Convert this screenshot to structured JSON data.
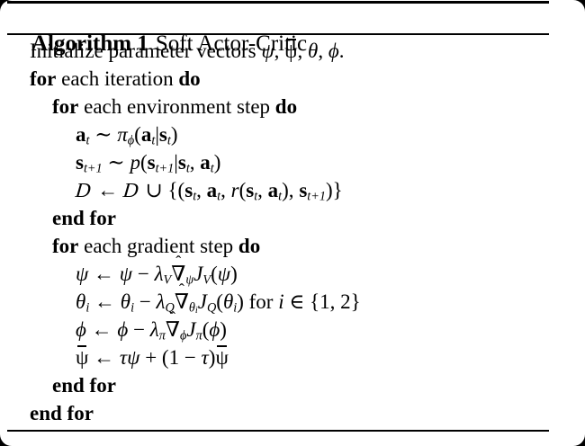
{
  "colors": {
    "background": "#000000",
    "page": "#ffffff",
    "text": "#000000",
    "rule": "#000000"
  },
  "symbols": {
    "hat": "ˆ"
  },
  "header": {
    "label": "Algorithm 1",
    "title": "Soft Actor-Critic"
  },
  "algorithm": {
    "lines": [
      {
        "indent": 1,
        "tokens": [
          {
            "s": "rm",
            "t": "Initialize parameter vectors "
          },
          {
            "s": "it",
            "t": "ψ"
          },
          {
            "s": "rm",
            "t": ", "
          },
          {
            "s": "bar",
            "t": "ψ"
          },
          {
            "s": "rm",
            "t": ", "
          },
          {
            "s": "it",
            "t": "θ"
          },
          {
            "s": "rm",
            "t": ", "
          },
          {
            "s": "it",
            "t": "ϕ"
          },
          {
            "s": "rm",
            "t": "."
          }
        ]
      },
      {
        "indent": 1,
        "tokens": [
          {
            "s": "kw",
            "t": "for"
          },
          {
            "s": "rm",
            "t": " each iteration "
          },
          {
            "s": "kw",
            "t": "do"
          }
        ]
      },
      {
        "indent": 2,
        "tokens": [
          {
            "s": "kw",
            "t": "for"
          },
          {
            "s": "rm",
            "t": " each environment step "
          },
          {
            "s": "kw",
            "t": "do"
          }
        ]
      },
      {
        "indent": 3,
        "tokens": [
          {
            "s": "bf",
            "t": "a"
          },
          {
            "s": "sub",
            "t": "t"
          },
          {
            "s": "rm",
            "t": " ∼ "
          },
          {
            "s": "it",
            "t": "π"
          },
          {
            "s": "sub",
            "t": "ϕ"
          },
          {
            "s": "rm",
            "t": "("
          },
          {
            "s": "bf",
            "t": "a"
          },
          {
            "s": "sub",
            "t": "t"
          },
          {
            "s": "rm",
            "t": "|"
          },
          {
            "s": "bf",
            "t": "s"
          },
          {
            "s": "sub",
            "t": "t"
          },
          {
            "s": "rm",
            "t": ")"
          }
        ]
      },
      {
        "indent": 3,
        "tokens": [
          {
            "s": "bf",
            "t": "s"
          },
          {
            "s": "sub",
            "t": "t+1"
          },
          {
            "s": "rm",
            "t": " ∼ "
          },
          {
            "s": "it",
            "t": "p"
          },
          {
            "s": "rm",
            "t": "("
          },
          {
            "s": "bf",
            "t": "s"
          },
          {
            "s": "sub",
            "t": "t+1"
          },
          {
            "s": "rm",
            "t": "|"
          },
          {
            "s": "bf",
            "t": "s"
          },
          {
            "s": "sub",
            "t": "t"
          },
          {
            "s": "rm",
            "t": ", "
          },
          {
            "s": "bf",
            "t": "a"
          },
          {
            "s": "sub",
            "t": "t"
          },
          {
            "s": "rm",
            "t": ")"
          }
        ]
      },
      {
        "indent": 3,
        "tokens": [
          {
            "s": "cal",
            "t": "D"
          },
          {
            "s": "rm",
            "t": " ← "
          },
          {
            "s": "cal",
            "t": "D"
          },
          {
            "s": "rm",
            "t": " ∪ {("
          },
          {
            "s": "bf",
            "t": "s"
          },
          {
            "s": "sub",
            "t": "t"
          },
          {
            "s": "rm",
            "t": ", "
          },
          {
            "s": "bf",
            "t": "a"
          },
          {
            "s": "sub",
            "t": "t"
          },
          {
            "s": "rm",
            "t": ", "
          },
          {
            "s": "it",
            "t": "r"
          },
          {
            "s": "rm",
            "t": "("
          },
          {
            "s": "bf",
            "t": "s"
          },
          {
            "s": "sub",
            "t": "t"
          },
          {
            "s": "rm",
            "t": ", "
          },
          {
            "s": "bf",
            "t": "a"
          },
          {
            "s": "sub",
            "t": "t"
          },
          {
            "s": "rm",
            "t": "), "
          },
          {
            "s": "bf",
            "t": "s"
          },
          {
            "s": "sub",
            "t": "t+1"
          },
          {
            "s": "rm",
            "t": ")}"
          }
        ]
      },
      {
        "indent": 2,
        "tokens": [
          {
            "s": "kw",
            "t": "end for"
          }
        ]
      },
      {
        "indent": 2,
        "tokens": [
          {
            "s": "kw",
            "t": "for"
          },
          {
            "s": "rm",
            "t": " each gradient step "
          },
          {
            "s": "kw",
            "t": "do"
          }
        ]
      },
      {
        "indent": 3,
        "tokens": [
          {
            "s": "it",
            "t": "ψ"
          },
          {
            "s": "rm",
            "t": " ← "
          },
          {
            "s": "it",
            "t": "ψ"
          },
          {
            "s": "rm",
            "t": " − "
          },
          {
            "s": "it",
            "t": "λ"
          },
          {
            "s": "sub",
            "t": "V"
          },
          {
            "s": "hat",
            "t": "∇"
          },
          {
            "s": "sub",
            "t": "ψ"
          },
          {
            "s": "it",
            "t": "J"
          },
          {
            "s": "sub",
            "t": "V"
          },
          {
            "s": "rm",
            "t": "("
          },
          {
            "s": "it",
            "t": "ψ"
          },
          {
            "s": "rm",
            "t": ")"
          }
        ]
      },
      {
        "indent": 3,
        "tokens": [
          {
            "s": "it",
            "t": "θ"
          },
          {
            "s": "sub",
            "t": "i"
          },
          {
            "s": "rm",
            "t": " ← "
          },
          {
            "s": "it",
            "t": "θ"
          },
          {
            "s": "sub",
            "t": "i"
          },
          {
            "s": "rm",
            "t": " − "
          },
          {
            "s": "it",
            "t": "λ"
          },
          {
            "s": "sub",
            "t": "Q"
          },
          {
            "s": "hat",
            "t": "∇"
          },
          {
            "s": "sub",
            "t": "θ"
          },
          {
            "s": "subsub",
            "t": "i"
          },
          {
            "s": "it",
            "t": "J"
          },
          {
            "s": "sub",
            "t": "Q"
          },
          {
            "s": "rm",
            "t": "("
          },
          {
            "s": "it",
            "t": "θ"
          },
          {
            "s": "sub",
            "t": "i"
          },
          {
            "s": "rm",
            "t": ") for "
          },
          {
            "s": "it",
            "t": "i"
          },
          {
            "s": "rm",
            "t": " ∈ {1, 2}"
          }
        ]
      },
      {
        "indent": 3,
        "tokens": [
          {
            "s": "it",
            "t": "ϕ"
          },
          {
            "s": "rm",
            "t": " ← "
          },
          {
            "s": "it",
            "t": "ϕ"
          },
          {
            "s": "rm",
            "t": " − "
          },
          {
            "s": "it",
            "t": "λ"
          },
          {
            "s": "sub",
            "t": "π"
          },
          {
            "s": "hat",
            "t": "∇"
          },
          {
            "s": "sub",
            "t": "ϕ"
          },
          {
            "s": "it",
            "t": "J"
          },
          {
            "s": "sub",
            "t": "π"
          },
          {
            "s": "rm",
            "t": "("
          },
          {
            "s": "it",
            "t": "ϕ"
          },
          {
            "s": "rm",
            "t": ")"
          }
        ]
      },
      {
        "indent": 3,
        "tokens": [
          {
            "s": "bar",
            "t": "ψ"
          },
          {
            "s": "rm",
            "t": " ← "
          },
          {
            "s": "it",
            "t": "τψ"
          },
          {
            "s": "rm",
            "t": " + (1 − "
          },
          {
            "s": "it",
            "t": "τ"
          },
          {
            "s": "rm",
            "t": ")"
          },
          {
            "s": "bar",
            "t": "ψ"
          }
        ]
      },
      {
        "indent": 2,
        "tokens": [
          {
            "s": "kw",
            "t": "end for"
          }
        ]
      },
      {
        "indent": 1,
        "tokens": [
          {
            "s": "kw",
            "t": "end for"
          }
        ]
      }
    ]
  }
}
